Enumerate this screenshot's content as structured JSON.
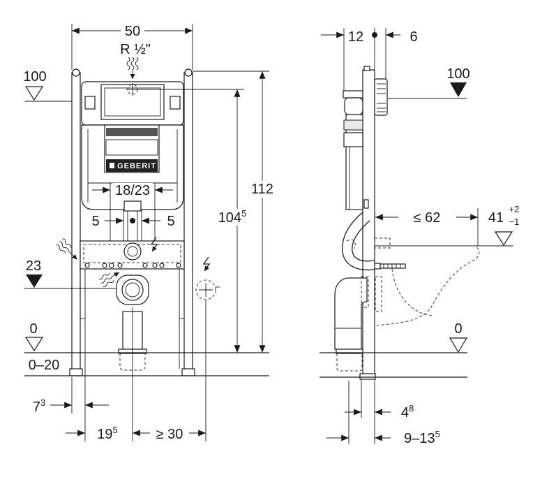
{
  "front_view": {
    "width": "50",
    "water_connection": "R ½\"",
    "level_100": "100",
    "total_height": "112",
    "actuator_height": {
      "base": "104",
      "sup": "5"
    },
    "connection_spacing": "18/23",
    "offset_left": "5",
    "offset_right": "5",
    "level_23": "23",
    "level_0": "0",
    "floor_range": "0–20",
    "post_offset": {
      "base": "7",
      "sup": "3"
    },
    "drain_offset": {
      "base": "19",
      "sup": "5"
    },
    "socket_distance": "≥ 30",
    "brand_logo": "GEBERIT"
  },
  "side_view": {
    "frame_depth": "12",
    "plate_depth": "6",
    "level_100": "100",
    "bowl_projection": "≤ 62",
    "seat_height": {
      "base": "41",
      "sup": "+2",
      "sub": "−1"
    },
    "level_0": "0",
    "foot_offset": {
      "base": "4",
      "sup": "8"
    },
    "wall_distance": {
      "base": "9–13",
      "sup": "5"
    }
  },
  "icons": {
    "water_supply": "water-supply-icon",
    "electric": "electric-icon"
  }
}
